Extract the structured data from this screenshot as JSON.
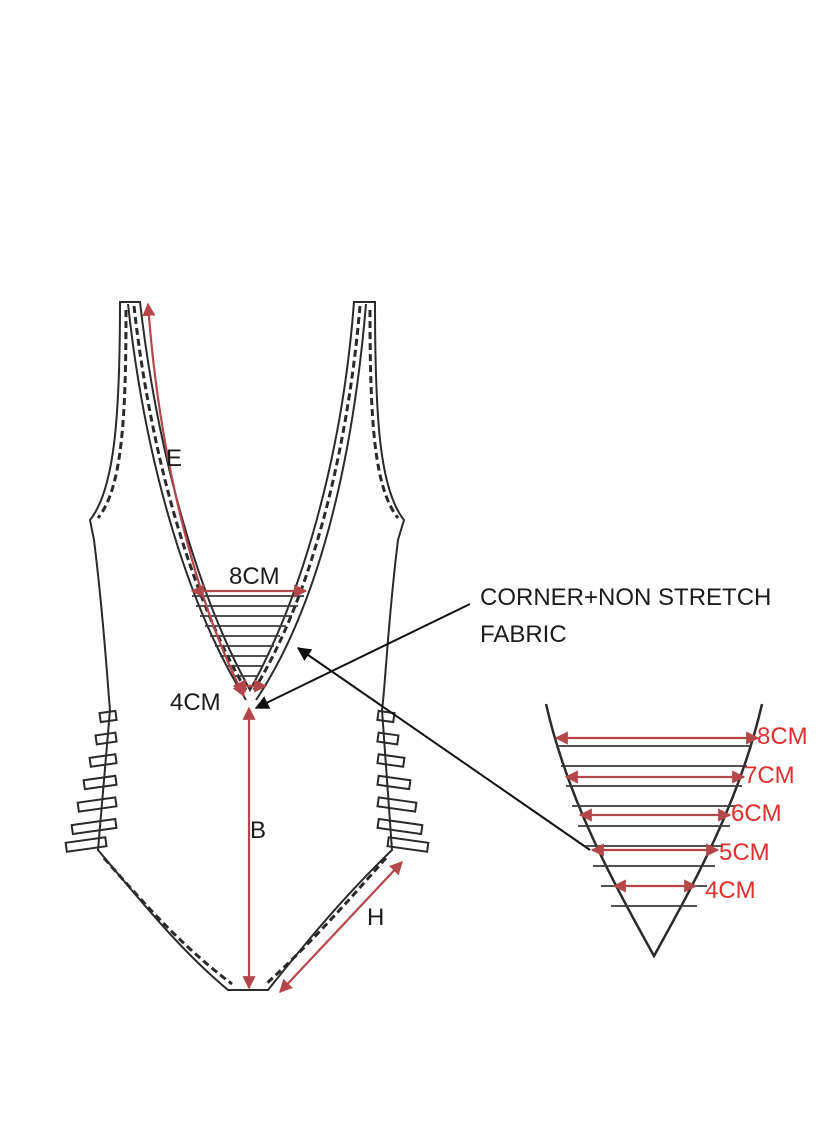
{
  "labels": {
    "e": "E",
    "b": "B",
    "h": "H",
    "top_width": "8CM",
    "bottom_width": "4CM",
    "callout_line1": "CORNER+NON STRETCH",
    "callout_line2": "FABRIC"
  },
  "detail_scale": [
    "8CM",
    "7CM",
    "6CM",
    "5CM",
    "4CM"
  ],
  "colors": {
    "outline": "#2a2a2a",
    "measure": "#b5474a",
    "detail_text": "#e0302e",
    "label_text": "#1c1c1c"
  }
}
